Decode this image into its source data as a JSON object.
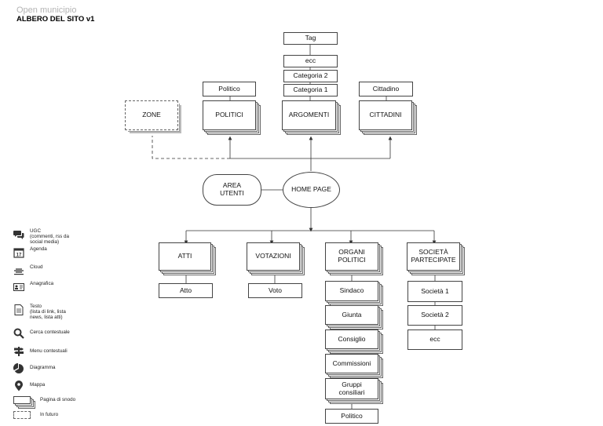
{
  "header": {
    "subtitle": "Open municipio",
    "title": "ALBERO DEL SITO v1"
  },
  "nodes": {
    "tag": "Tag",
    "ecc_top": "ecc",
    "categoria2": "Categoria 2",
    "categoria1": "Categoria 1",
    "politico_top": "Politico",
    "cittadino": "Cittadino",
    "zone": "ZONE",
    "politici": "POLITICI",
    "argomenti": "ARGOMENTI",
    "cittadini": "CITTADINI",
    "area_utenti": "AREA\nUTENTI",
    "home_page": "HOME PAGE",
    "atti": "ATTI",
    "votazioni": "VOTAZIONI",
    "organi_politici": "ORGANI\nPOLITICI",
    "societa_partecipate": "SOCIETÀ\nPARTECIPATE",
    "atto": "Atto",
    "voto": "Voto",
    "sindaco": "Sindaco",
    "giunta": "Giunta",
    "consiglio": "Consiglio",
    "commissioni": "Commissioni",
    "gruppi_consiliari": "Gruppi\nconsiliari",
    "politico_bottom": "Politico",
    "societa1": "Società 1",
    "societa2": "Società 2",
    "ecc_bottom": "ecc"
  },
  "legend": [
    {
      "icon": "speech-bubbles-icon",
      "label": "UGC\n(commenti, rss da\nsocial media)"
    },
    {
      "icon": "calendar-icon",
      "label": "Agenda",
      "calendar_day": "17"
    },
    {
      "icon": "cloud-icon",
      "label": "Cloud"
    },
    {
      "icon": "id-card-icon",
      "label": "Anagrafica"
    },
    {
      "icon": "document-icon",
      "label": "Testo\n(lista di link, lista\nnews, lista atti)"
    },
    {
      "icon": "magnifier-icon",
      "label": "Cerca contestuale"
    },
    {
      "icon": "signpost-icon",
      "label": "Menu contestuali"
    },
    {
      "icon": "pie-chart-icon",
      "label": "Diagramma"
    },
    {
      "icon": "map-pin-icon",
      "label": "Mappa"
    },
    {
      "icon": "stacked-page-icon",
      "label": "Pagina di snodo"
    },
    {
      "icon": "dashed-page-icon",
      "label": "In futuro"
    }
  ],
  "colors": {
    "line": "#333333",
    "icon": "#333333",
    "subtitle": "#b4b4b4"
  }
}
